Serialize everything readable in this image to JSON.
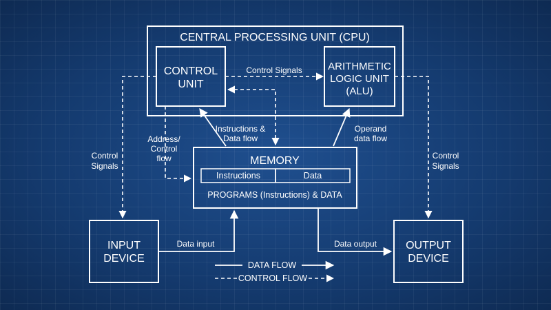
{
  "cpu": {
    "title": "CENTRAL PROCESSING UNIT (CPU)",
    "control_unit": [
      "CONTROL",
      "UNIT"
    ],
    "alu": [
      "ARITHMETIC",
      "LOGIC UNIT",
      "(ALU)"
    ]
  },
  "memory": {
    "title": "MEMORY",
    "cells": [
      "Instructions",
      "Data"
    ],
    "caption": "PROGRAMS (Instructions) & DATA"
  },
  "input_device": [
    "INPUT",
    "DEVICE"
  ],
  "output_device": [
    "OUTPUT",
    "DEVICE"
  ],
  "labels": {
    "control_signals_top": "Control Signals",
    "control_signals_left": [
      "Control",
      "Signals"
    ],
    "control_signals_right": [
      "Control",
      "Signals"
    ],
    "address_control": [
      "Address/",
      "Control",
      "flow"
    ],
    "instructions_data": [
      "Instructions &",
      "Data flow"
    ],
    "operand_data": [
      "Operand",
      "data flow"
    ],
    "data_input": "Data input",
    "data_output": "Data output"
  },
  "legend": {
    "data_flow": "DATA FLOW",
    "control_flow": "CONTROL FLOW"
  },
  "colors": {
    "background": "#143a6e",
    "line": "#ffffff"
  }
}
